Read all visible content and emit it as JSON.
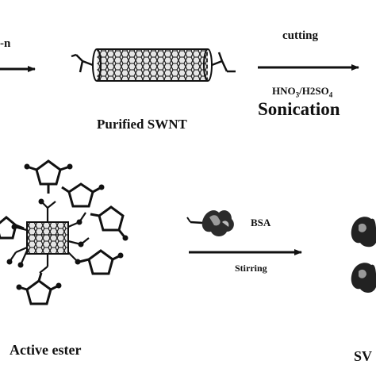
{
  "labels": {
    "cut_left": "-n",
    "purified": "Purified SWNT",
    "cutting": "cutting",
    "acids_main_1": "HNO",
    "acids_sub_1": "3",
    "acids_main_2": "/H2SO",
    "acids_sub_2": "4",
    "sonication": "Sonication",
    "bsa": "BSA",
    "stirring": "Stirring",
    "active_ester": "Active ester",
    "cut_right": "SV"
  },
  "colors": {
    "ink": "#111111",
    "tube_fill": "#d8d8d8",
    "protein_light": "#9a9a9a"
  }
}
